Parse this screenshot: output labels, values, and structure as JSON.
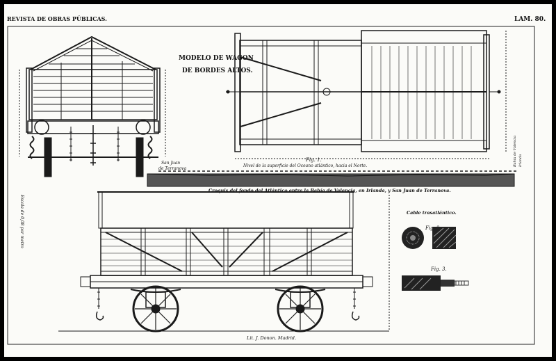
{
  "header": {
    "left_title": "REVISTA DE OBRAS PÚBLICAS.",
    "right_title": "LAM. 80."
  },
  "title": {
    "line1": "MODELO DE WAGON",
    "line2": "DE BORDES ALTOS."
  },
  "labels": {
    "fig1": "Fig. 1.",
    "fig1_caption": "Nivel de la superficie del Oceano atlántico, hacia el Norte.",
    "profile_caption": "Croquis del fondo del Atlántico entre la Bahía de Valencia, en Irlanda, y San Juan de Terranova.",
    "san_juan": "San Juan",
    "terranova": "de Terranova",
    "valentia": "Bahía de Valencia",
    "irlanda": "Irlanda",
    "scale_left": "Escala de 0,08 por metro",
    "cable_title": "Cable trasatlántico.",
    "fig2": "Fig. 2.",
    "fig3": "Fig. 3.",
    "lith": "Lit. J. Donon. Madrid."
  },
  "colors": {
    "paper": "#fbfbf8",
    "ink": "#1a1a1a",
    "background": "#000000"
  }
}
